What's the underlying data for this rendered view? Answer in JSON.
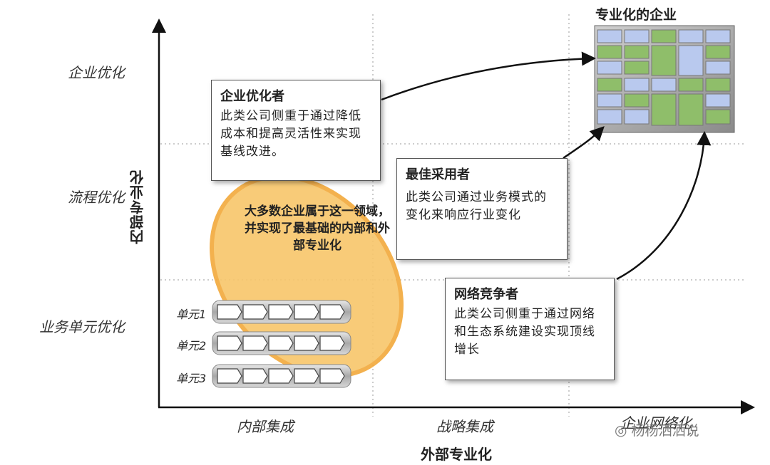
{
  "y_axis": {
    "title": "内部专业化",
    "levels": [
      "企业优化",
      "流程优化",
      "业务单元优化"
    ]
  },
  "x_axis": {
    "title": "外部专业化",
    "levels": [
      "内部集成",
      "战略集成",
      "企业网络化"
    ]
  },
  "enterprise_title": "专业化的企业",
  "boxes": [
    {
      "title": "企业优化者",
      "body": "此类公司侧重于通过降低成本和提高灵活性来实现基线改进。"
    },
    {
      "title": "最佳采用者",
      "body": "此类公司通过业务模式的变化来响应行业变化"
    },
    {
      "title": "网络竞争者",
      "body": "此类公司侧重于通过网络和生态系统建设实现顶线增长"
    }
  ],
  "ellipse_text": "大多数企业属于这一领域，并实现了最基础的内部和外部专业化",
  "units": [
    "单元1",
    "单元2",
    "单元3"
  ],
  "watermark": "杨杨洒洒说",
  "colors": {
    "ellipse_fill": "#f8c66a",
    "ellipse_stroke": "#f2a93b",
    "block_green": "#8fbe6a",
    "block_blue": "#b9c9ee"
  }
}
